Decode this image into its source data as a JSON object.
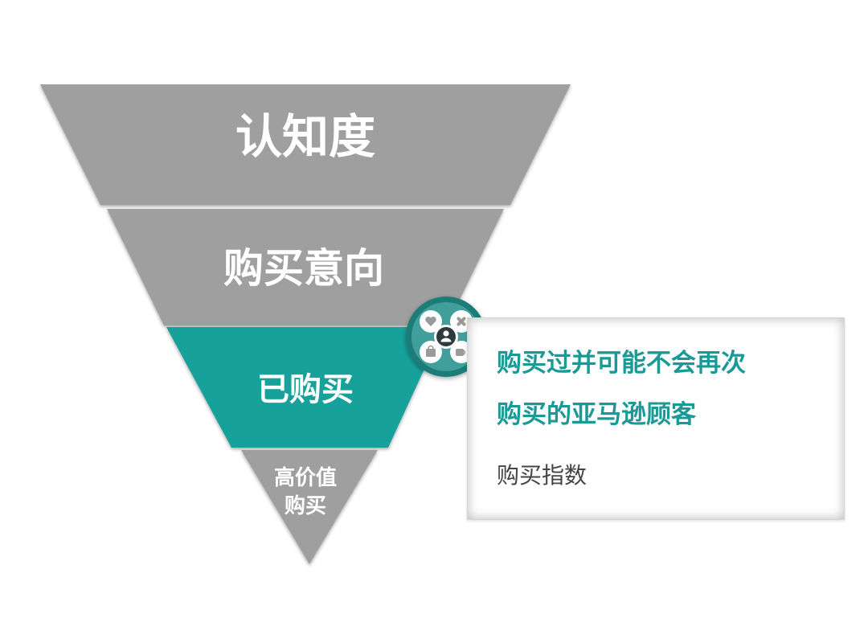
{
  "funnel": {
    "stages": [
      {
        "label": "认知度",
        "color": "#9f9f9f"
      },
      {
        "label": "购买意向",
        "color": "#9f9f9f"
      },
      {
        "label": "已购买",
        "color": "#15a19b"
      },
      {
        "label": "高价值购买",
        "line1": "高价值",
        "line2": "购买",
        "color": "#9f9f9f"
      }
    ]
  },
  "badge": {
    "icon": "audience-segments-icon",
    "colors": {
      "outer": "#1f7c78",
      "inner": "#3f9f9a",
      "center": "#2e3a3c",
      "chip": "#ffffff"
    }
  },
  "callout": {
    "title_line1": "购买过并可能不会再次",
    "title_line2": "购买的亚马逊顾客",
    "metric": "购买指数",
    "accent_color": "#1a9a96"
  }
}
